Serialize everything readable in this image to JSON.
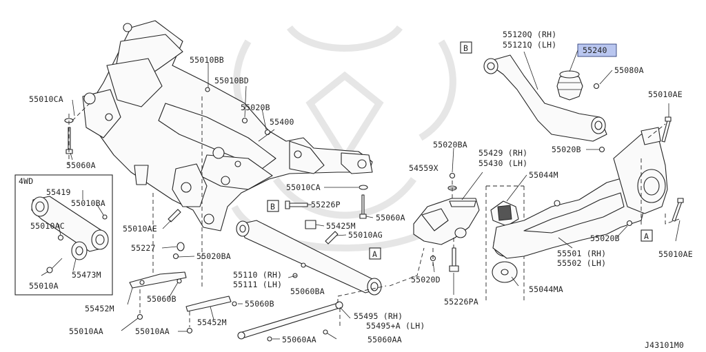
{
  "diagram_id": "J43101M0",
  "callouts": [
    "A",
    "B"
  ],
  "part_labels": {
    "p55010BB": "55010BB",
    "p55010BD": "55010BD",
    "p55020B_top": "55020B",
    "p55400": "55400",
    "p55010CA_left": "55010CA",
    "p55060A_left": "55060A",
    "p4WD": "4WD",
    "p55419": "55419",
    "p55010BA": "55010BA",
    "p55010AC": "55010AC",
    "p55473M": "55473M",
    "p55010A": "55010A",
    "p55010AE_left": "55010AE",
    "p55227": "55227",
    "p55020BA_left": "55020BA",
    "p55010CA_mid": "55010CA",
    "p55226P": "55226P",
    "p55060A_mid": "55060A",
    "p55425M": "55425M",
    "p55010AG": "55010AG",
    "p55110": "55110 (RH)",
    "p55111": "55111 (LH)",
    "p55060BA": "55060BA",
    "p55452M_left": "55452M",
    "p55060B_left": "55060B",
    "p55010AA_1": "55010AA",
    "p55010AA_2": "55010AA",
    "p55452M_mid": "55452M",
    "p55060B_mid": "55060B",
    "p55495": "55495 (RH)",
    "p55495A": "55495+A (LH)",
    "p55060AA_1": "55060AA",
    "p55060AA_2": "55060AA",
    "p55020BA_right": "55020BA",
    "p54559X": "54559X",
    "p55429": "55429 (RH)",
    "p55430": "55430 (LH)",
    "p55020D": "55020D",
    "p55226PA": "55226PA",
    "p55044M": "55044M",
    "p55044MA": "55044MA",
    "p55120Q": "55120Q (RH)",
    "p55121Q": "55121Q (LH)",
    "p55240": "55240",
    "p55080A": "55080A",
    "p55010AE_r1": "55010AE",
    "p55020B_right": "55020B",
    "p55501": "55501 (RH)",
    "p55502": "55502 (LH)",
    "p55020B_r2": "55020B",
    "p55010AE_r2": "55010AE"
  },
  "highlighted_part": "55240",
  "colors": {
    "line": "#222222",
    "highlight": "#b9c6ef",
    "watermark": "#e6e6e6"
  }
}
